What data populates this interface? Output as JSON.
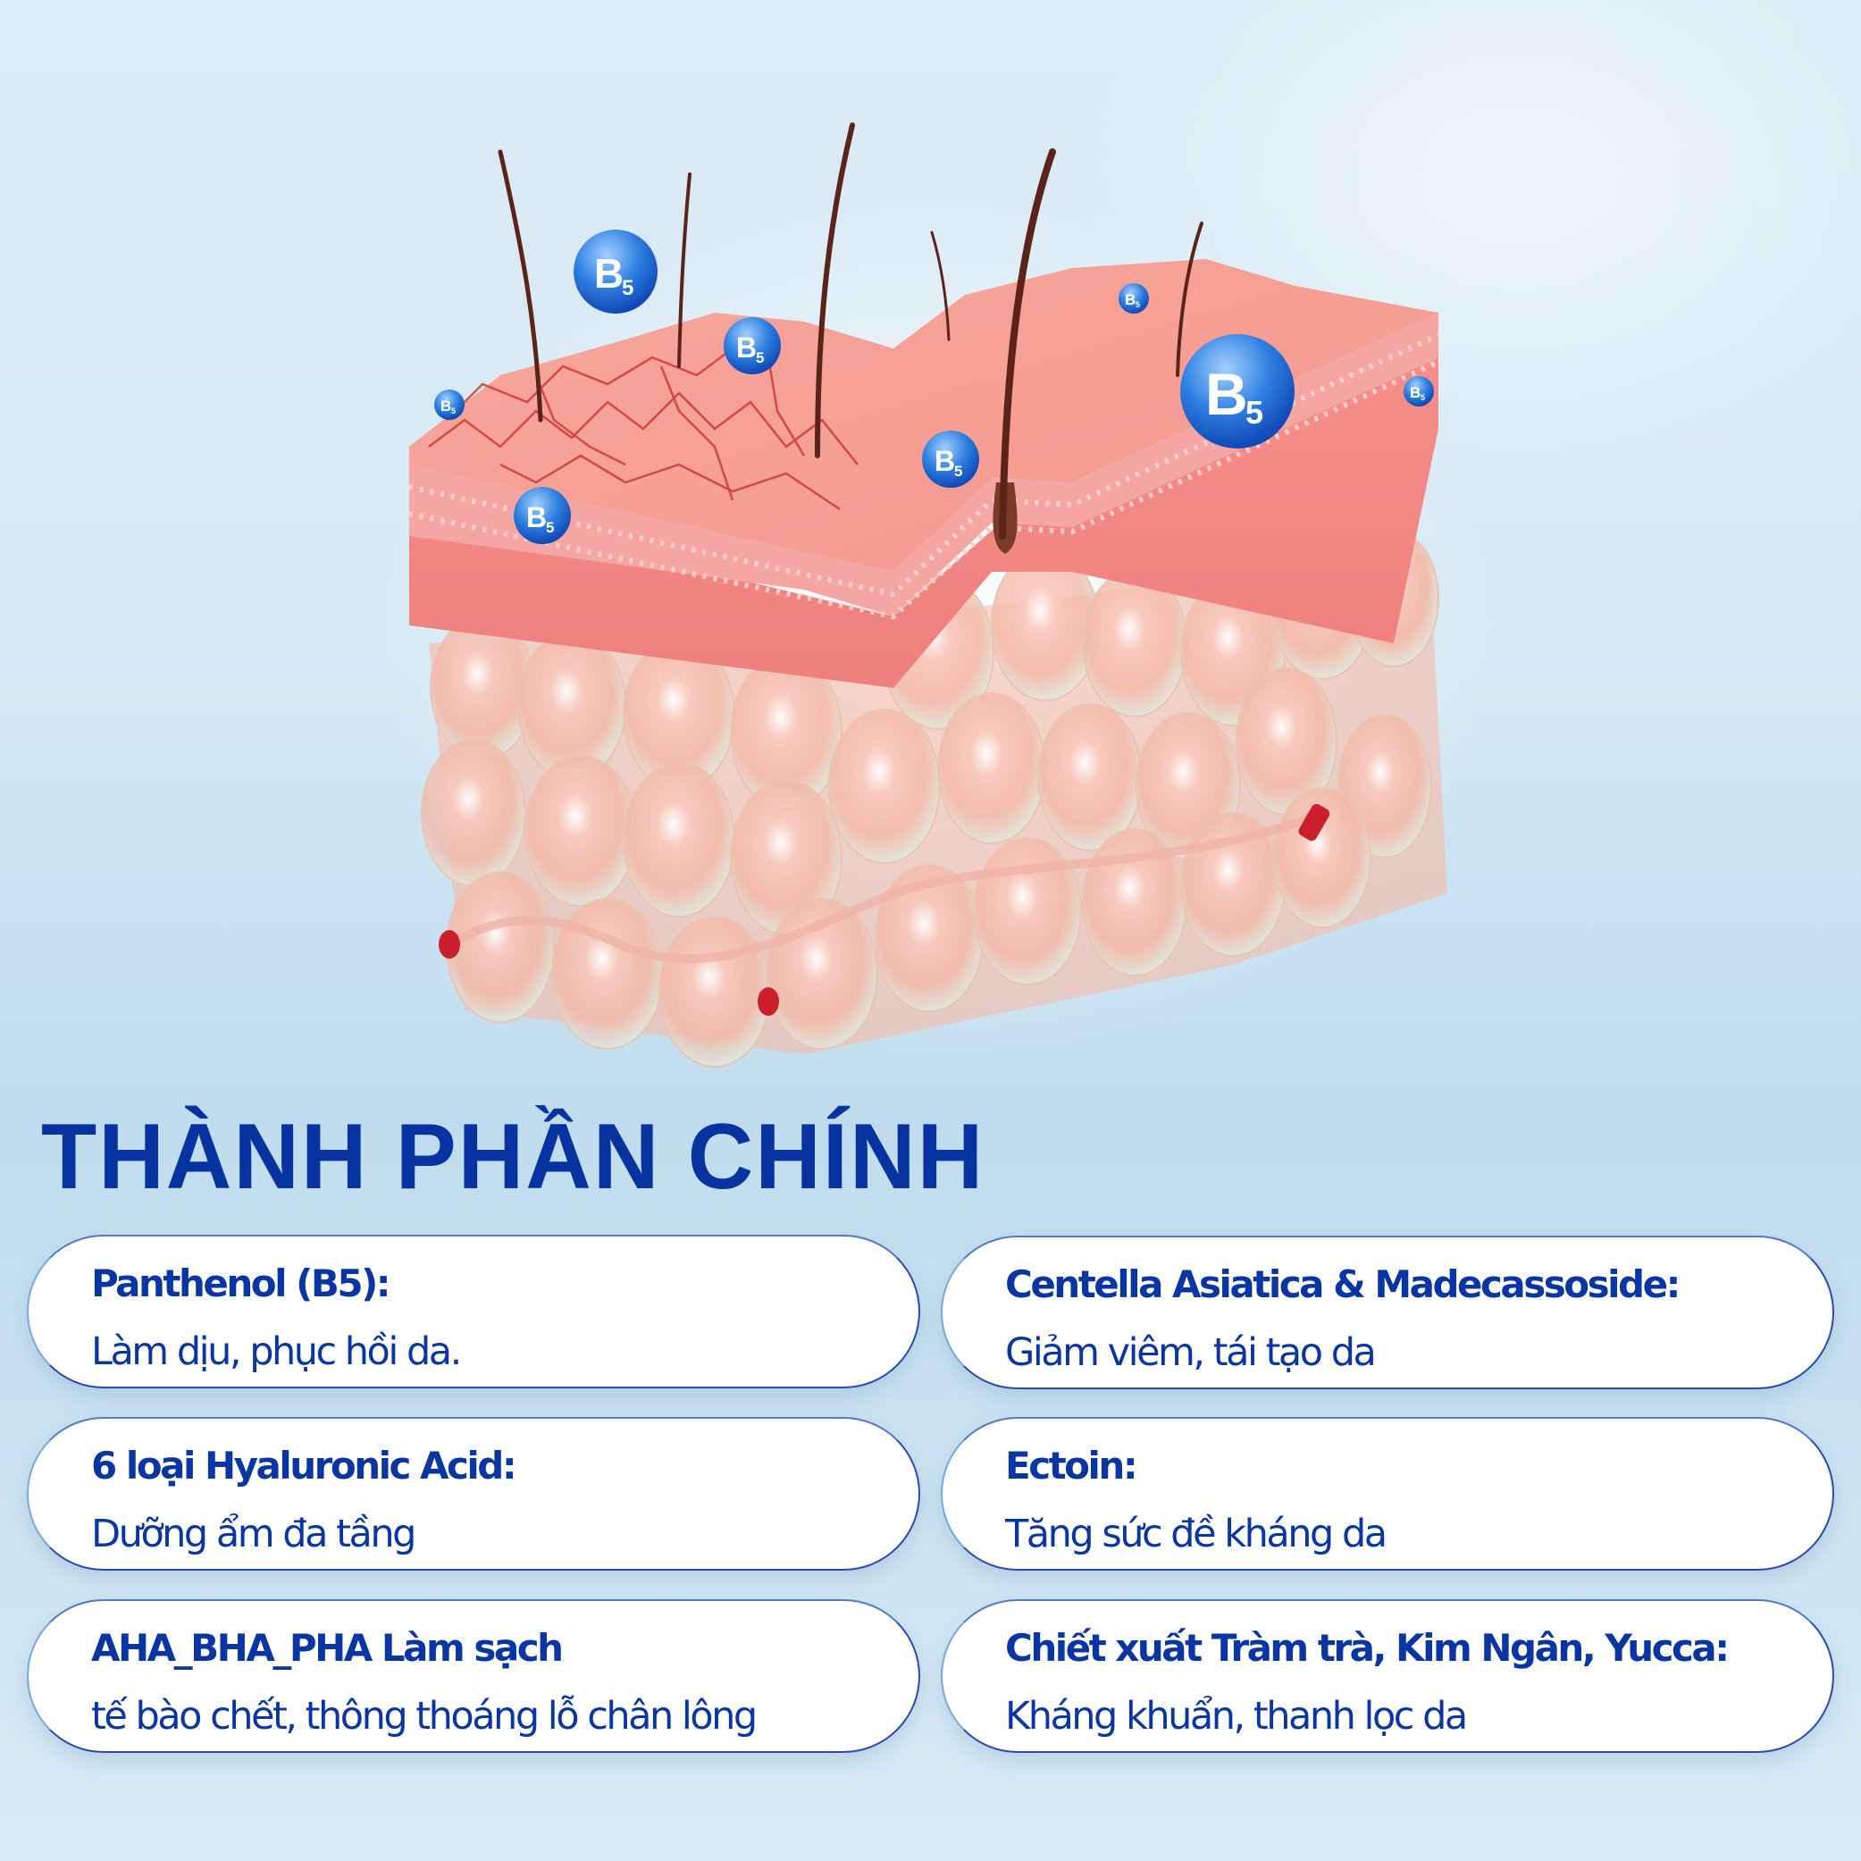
{
  "title": "THÀNH PHẦN CHÍNH",
  "illustration": {
    "description": "skin-cross-section-with-b5-molecules",
    "bubble_label_letter": "B",
    "bubble_label_sub": "5",
    "colors": {
      "title": "#0633a0",
      "card_text": "#0a36a3",
      "card_border": "#2a49b3",
      "bubble": "#2f7fe0",
      "skin": "#f08a86"
    }
  },
  "ingredients": [
    {
      "name": "Panthenol (B5):",
      "benefit": "Làm dịu, phục hồi da."
    },
    {
      "name": "Centella Asiatica & Madecassoside:",
      "benefit": "Giảm viêm, tái tạo da"
    },
    {
      "name": "6 loại Hyaluronic Acid:",
      "benefit": "Dưỡng ẩm đa tầng"
    },
    {
      "name": "Ectoin:",
      "benefit": "Tăng sức đề kháng da"
    },
    {
      "name": "AHA_BHA_PHA Làm sạch",
      "benefit": "tế bào chết, thông thoáng lỗ chân lông"
    },
    {
      "name": "Chiết xuất Tràm trà, Kim Ngân, Yucca:",
      "benefit": "Kháng khuẩn, thanh lọc da"
    }
  ]
}
